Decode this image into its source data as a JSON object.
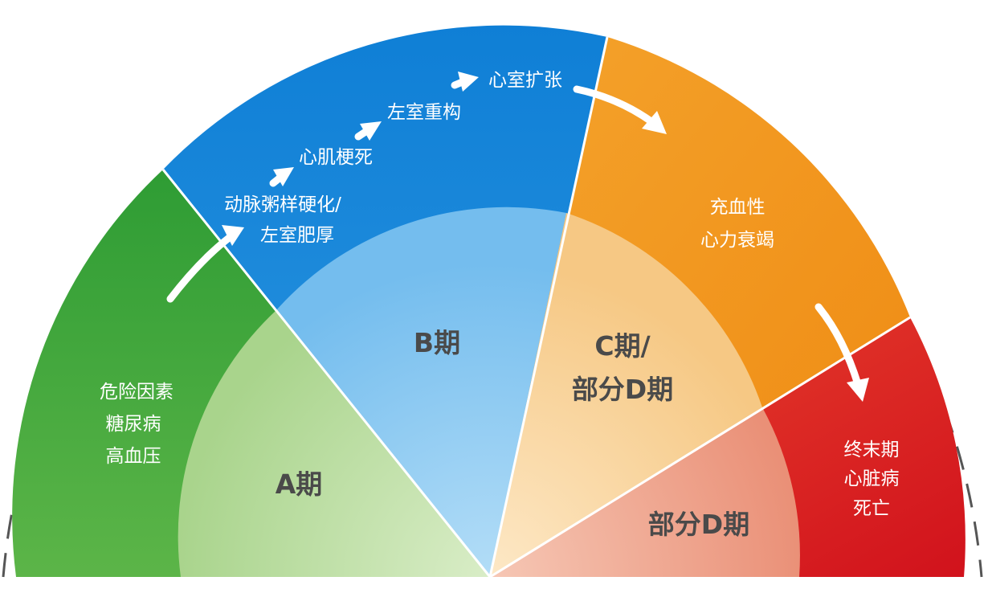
{
  "stages": {
    "a": {
      "label": "A期",
      "items": [
        "危险因素",
        "糖尿病",
        "高血压"
      ]
    },
    "b": {
      "label": "B期",
      "items": [
        "动脉粥样硬化/",
        "左室肥厚",
        "心肌梗死",
        "左室重构",
        "心室扩张"
      ]
    },
    "c": {
      "label_line1": "C期/",
      "label_line2": "部分D期",
      "items": [
        "充血性",
        "心力衰竭"
      ]
    },
    "d": {
      "label": "部分D期",
      "items": [
        "终末期",
        "心脏病",
        "死亡"
      ]
    }
  },
  "colors": {
    "green_outer": "#3aa43b",
    "green_inner": "#bfe0a8",
    "blue_outer": "#1b88d9",
    "blue_inner": "#8fcaf2",
    "orange_outer": "#f29a20",
    "orange_inner": "#f8d69e",
    "red_outer": "#e02a2a",
    "red_inner": "#f0a690",
    "dashed_ring": "#555555"
  }
}
